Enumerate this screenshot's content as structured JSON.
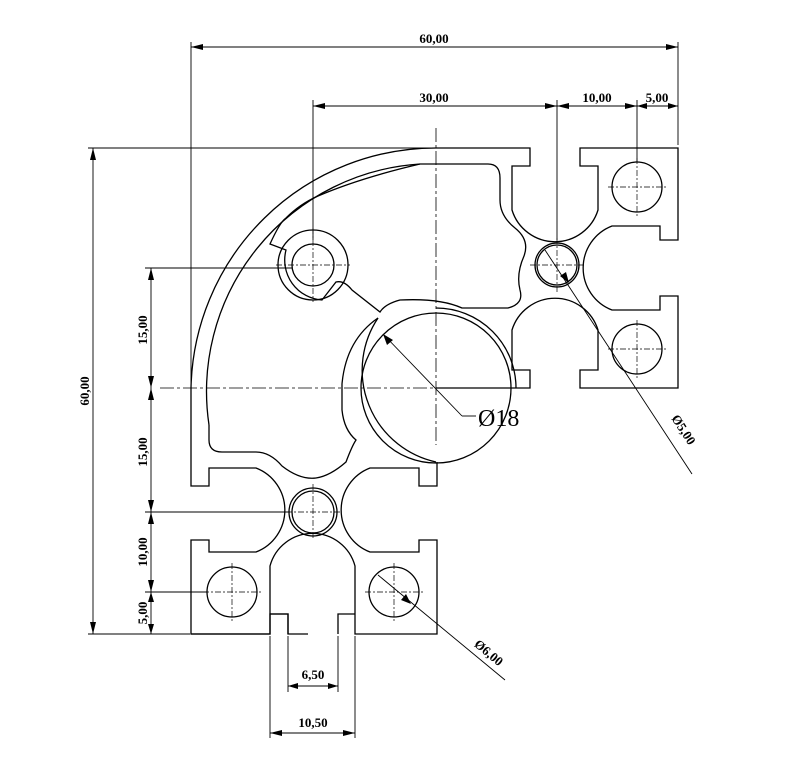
{
  "dimensions": {
    "overall_width": "60,00",
    "half_width": "30,00",
    "slot_pitch": "10,00",
    "edge_offset_top": "5,00",
    "overall_height": "60,00",
    "upper_offset": "15,00",
    "lower_offset": "15,00",
    "slot_pitch_vertical": "10,00",
    "edge_offset_left": "5,00",
    "slot_opening": "6,50",
    "slot_width": "10,50",
    "center_bore": "Ø18",
    "small_hole_diameter": "Ø5,00",
    "corner_hole_diameter": "Ø6,00"
  }
}
